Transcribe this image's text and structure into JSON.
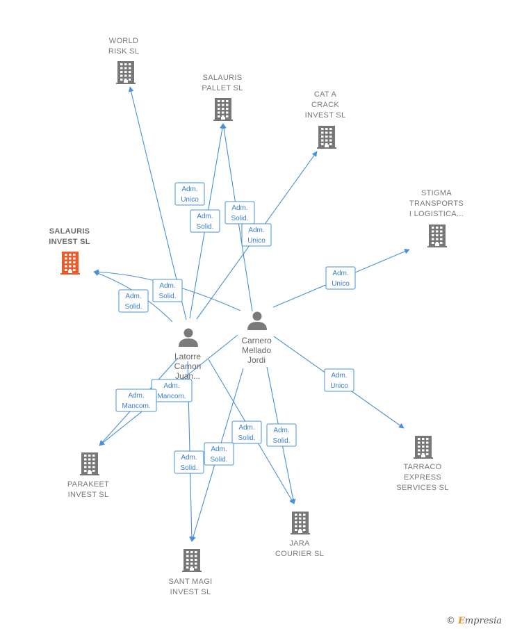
{
  "companies": [
    {
      "id": "world_risk",
      "lines": [
        "WORLD",
        "RISK SL"
      ],
      "color": "#777777",
      "focus": false
    },
    {
      "id": "salauris_pallet",
      "lines": [
        "SALAURIS",
        "PALLET SL"
      ],
      "color": "#777777",
      "focus": false
    },
    {
      "id": "cat_a_crack",
      "lines": [
        "CAT A",
        "CRACK",
        "INVEST SL"
      ],
      "color": "#777777",
      "focus": false
    },
    {
      "id": "stigma",
      "lines": [
        "STIGMA",
        "TRANSPORTS",
        "I LOGISTICA..."
      ],
      "color": "#777777",
      "focus": false
    },
    {
      "id": "salauris_invest",
      "lines": [
        "SALAURIS",
        "INVEST SL"
      ],
      "color": "#f05a28",
      "focus": true
    },
    {
      "id": "parakeet",
      "lines": [
        "PARAKEET",
        "INVEST SL"
      ],
      "color": "#777777",
      "focus": false
    },
    {
      "id": "tarraco",
      "lines": [
        "TARRACO",
        "EXPRESS",
        "SERVICES SL"
      ],
      "color": "#777777",
      "focus": false
    },
    {
      "id": "jara",
      "lines": [
        "JARA",
        "COURIER SL"
      ],
      "color": "#777777",
      "focus": false
    },
    {
      "id": "sant_magi",
      "lines": [
        "SANT MAGI",
        "INVEST SL"
      ],
      "color": "#777777",
      "focus": false
    }
  ],
  "persons": [
    {
      "id": "carnero",
      "lines": [
        "Carnero",
        "Mellado",
        "Jordi"
      ]
    },
    {
      "id": "latorre",
      "lines": [
        "Latorre",
        "Camon",
        "Juan..."
      ]
    }
  ],
  "edges": [
    {
      "from": "latorre",
      "to": "world_risk",
      "label": [
        "Adm.",
        "Unico"
      ]
    },
    {
      "from": "latorre",
      "to": "salauris_pallet",
      "label": [
        "Adm.",
        "Solid."
      ]
    },
    {
      "from": "carnero",
      "to": "salauris_pallet",
      "label": [
        "Adm.",
        "Solid."
      ]
    },
    {
      "from": "latorre",
      "to": "cat_a_crack",
      "label": [
        "Adm.",
        "Unico"
      ]
    },
    {
      "from": "carnero",
      "to": "stigma",
      "label": [
        "Adm.",
        "Unico"
      ]
    },
    {
      "from": "carnero",
      "to": "salauris_invest",
      "label": [
        "Adm.",
        "Solid."
      ]
    },
    {
      "from": "latorre",
      "to": "salauris_invest",
      "label": [
        "Adm.",
        "Solid."
      ]
    },
    {
      "from": "carnero",
      "to": "parakeet",
      "label": [
        "Adm.",
        "Mancom."
      ]
    },
    {
      "from": "latorre",
      "to": "parakeet",
      "label": [
        "Adm.",
        "Mancom."
      ]
    },
    {
      "from": "carnero",
      "to": "tarraco",
      "label": [
        "Adm.",
        "Unico"
      ]
    },
    {
      "from": "latorre",
      "to": "jara",
      "label": [
        "Adm.",
        "Solid."
      ]
    },
    {
      "from": "carnero",
      "to": "jara",
      "label": [
        "Adm.",
        "Solid."
      ]
    },
    {
      "from": "latorre",
      "to": "sant_magi",
      "label": [
        "Adm.",
        "Solid."
      ]
    },
    {
      "from": "carnero",
      "to": "sant_magi",
      "label": [
        "Adm.",
        "Solid."
      ]
    }
  ],
  "watermark": {
    "copyright": "©",
    "brand_first": "E",
    "brand_rest": "mpresia"
  }
}
